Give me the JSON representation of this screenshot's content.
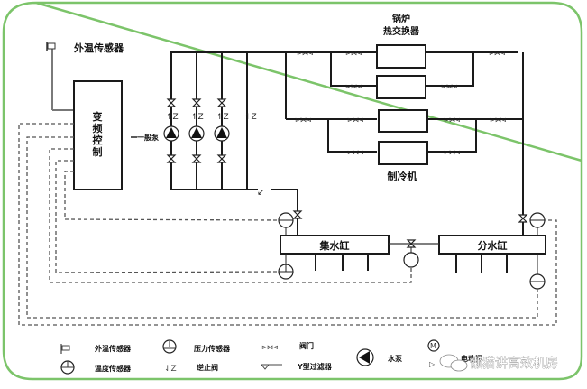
{
  "frame": {
    "border_color": "#7cc46a"
  },
  "labels": {
    "outdoor_sensor": "外温传感器",
    "vfd_control": [
      "变",
      "频",
      "控",
      "制"
    ],
    "pump_group": "一般泵",
    "boiler_hx_line1": "锅炉",
    "boiler_hx_line2": "热交换器",
    "chiller": "制冷机",
    "return_header": "集水缸",
    "supply_header": "分水缸"
  },
  "legend": {
    "items": [
      {
        "icon": "outdoor-sensor-icon",
        "label": "外温传感器"
      },
      {
        "icon": "temperature-sensor-icon",
        "label": "温度传感器"
      },
      {
        "icon": "pressure-sensor-icon",
        "label": "压力传感器"
      },
      {
        "icon": "check-valve-icon",
        "label": "逆止阀"
      },
      {
        "icon": "gate-valve-icon",
        "label": "阀门"
      },
      {
        "icon": "y-strainer-icon",
        "label": "Y型过滤器"
      },
      {
        "icon": "pump-icon",
        "label": "水泵"
      },
      {
        "icon": "motorized-valve-icon",
        "label": "电动阀"
      }
    ]
  },
  "watermark": "懒猫讲高效机房"
}
